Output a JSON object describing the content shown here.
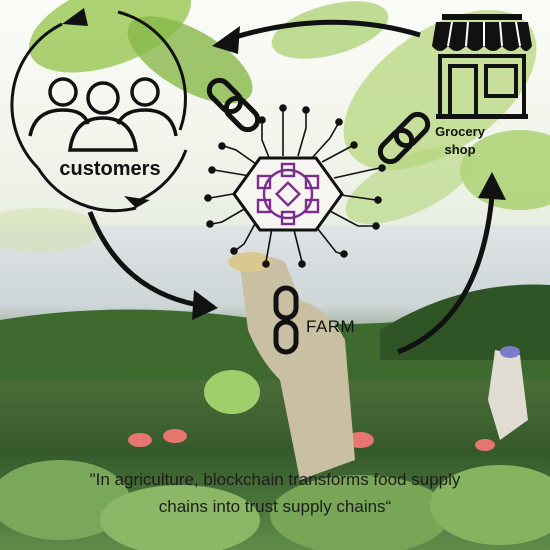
{
  "customers": {
    "label": "customers"
  },
  "grocery": {
    "line1": "Grocery",
    "line2": "shop"
  },
  "farm": {
    "label": "FARM"
  },
  "quote": {
    "line1": "\"In agriculture, blockchain transforms food supply",
    "line2": "chains into trust supply chains“"
  },
  "colors": {
    "ink": "#111111",
    "blockchain": "#7a2d8c",
    "leaf": "#8fbf4a",
    "field": "#4d6f3a"
  },
  "icons": [
    "customers-icon",
    "store-icon",
    "chain-link-icon",
    "blockchain-circuit-icon",
    "arrow-icon"
  ]
}
